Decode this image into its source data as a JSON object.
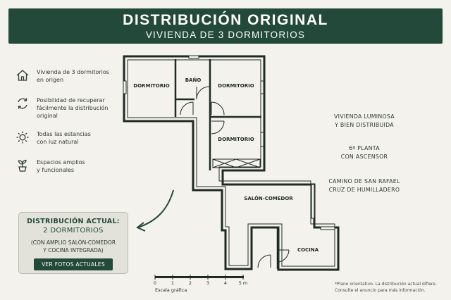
{
  "header": {
    "title": "DISTRIBUCIÓN ORIGINAL",
    "subtitle": "VIVIENDA DE 3 DORMITORIOS"
  },
  "features": [
    {
      "icon": "house-icon",
      "line1": "Vivienda de 3 dormitorios",
      "line2": "en origen",
      "line3": ""
    },
    {
      "icon": "refresh-icon",
      "line1": "Posibilidad de recuperar",
      "line2": "fácilmente la distribución",
      "line3": "original"
    },
    {
      "icon": "sun-icon",
      "line1": "Todas las estancias",
      "line2": "con luz natural",
      "line3": ""
    },
    {
      "icon": "plant-icon",
      "line1": "Espacios amplios",
      "line2": "y funcionales",
      "line3": ""
    }
  ],
  "rooms": {
    "dormitorio1": "DORMITORIO",
    "bano": "BAÑO",
    "dormitorio2": "DORMITORIO",
    "dormitorio3": "DORMITORIO",
    "salon": "SALÓN-COMEDOR",
    "cocina": "COCINA"
  },
  "info": {
    "block1_line1": "VIVIENDA LUMINOSA",
    "block1_line2": "Y BIEN DISTRIBUIDA",
    "block2_line1": "6ª PLANTA",
    "block2_line2": "CON ASCENSOR",
    "block3_line1": "CAMINO DE SAN RAFAEL",
    "block3_line2": "CRUZ DE HUMILLADERO"
  },
  "current": {
    "title": "DISTRIBUCIÓN ACTUAL:",
    "subtitle": "2 DORMITORIOS",
    "desc_line1": "(CON AMPLIO SALÓN-COMEDOR",
    "desc_line2": "Y COCINA INTEGRADA)",
    "button_label": "VER FOTOS ACTUALES"
  },
  "scale": {
    "ticks": [
      "0",
      "1",
      "2",
      "3",
      "4",
      "5 m"
    ],
    "label": "Escala gráfica"
  },
  "note": {
    "line1": "*Plano orientativo. La distribución actual difiere.",
    "line2": "Consulte el anuncio para más información."
  },
  "colors": {
    "brand_green": "#23493a",
    "background": "#f4f2ec"
  }
}
